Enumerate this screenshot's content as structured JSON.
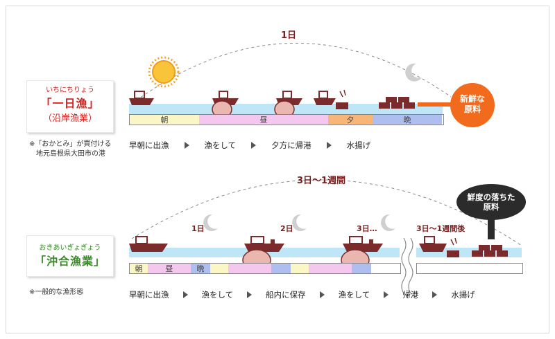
{
  "colors": {
    "sea": "#bfe6f6",
    "boat": "#7b2b2b",
    "morning": "#fbf6c6",
    "day": "#f4c8ee",
    "evening": "#f7b57a",
    "night": "#aebeee",
    "accent_red": "#d4241f",
    "accent_green": "#3a8a2a",
    "orange_badge": "#f26a1b",
    "dark_badge": "#2b2b2b"
  },
  "section1": {
    "duration": "1日",
    "card": {
      "ruby": "いちにちりょう",
      "name": "「一日漁」",
      "sub": "（沿岸漁業）"
    },
    "note_line1": "※「おかとみ」が買付ける",
    "note_line2": "地元島根県大田市の港",
    "bar": [
      "朝",
      "昼",
      "夕",
      "晩"
    ],
    "steps": [
      "早朝に出漁",
      "漁をして",
      "夕方に帰港",
      "水揚げ"
    ],
    "badge_line1": "新鮮な",
    "badge_line2": "原料"
  },
  "section2": {
    "duration": "3日～1週間",
    "card": {
      "ruby": "おきあいぎょぎょう",
      "name": "「沖合漁業」"
    },
    "note": "※一般的な漁形態",
    "bar_labels": [
      "朝",
      "昼",
      "晩"
    ],
    "day_labels": [
      "1日",
      "2日",
      "3日…",
      "3日～1週間後"
    ],
    "steps": [
      "早朝に出漁",
      "漁をして",
      "船内に保存",
      "漁をして",
      "帰港",
      "水揚げ"
    ],
    "badge_line1": "鮮度の落ちた",
    "badge_line2": "原料"
  }
}
